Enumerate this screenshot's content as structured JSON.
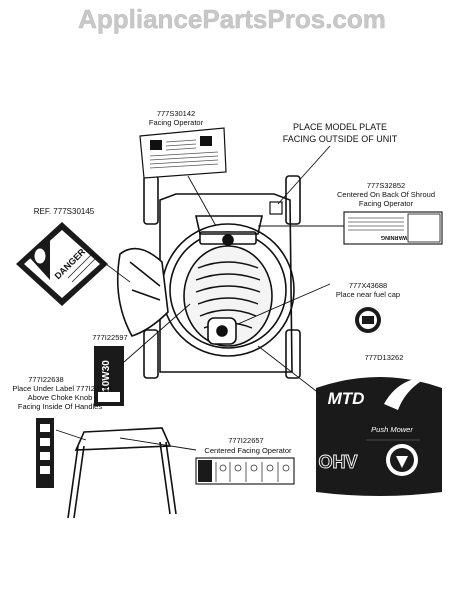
{
  "watermark": "AppliancePartsPros.com",
  "callouts": {
    "c1": {
      "part": "777S30142",
      "text": "Facing Operator"
    },
    "c2": {
      "line1": "PLACE MODEL PLATE",
      "line2": "FACING OUTSIDE OF UNIT"
    },
    "c3": {
      "part": "777S32852",
      "line1": "Centered On Back Of Shroud",
      "line2": "Facing Operator"
    },
    "c4": {
      "text": "REF. 777S30145"
    },
    "c5": {
      "part": "777X43688",
      "text": "Place near fuel cap"
    },
    "c6": {
      "part": "777I22597"
    },
    "c7": {
      "part": "777D13262"
    },
    "c8": {
      "part": "777I22638",
      "line1": "Place Under Label 777I20793",
      "line2": "Above Choke Knob",
      "line3": "Facing Inside Of Handles"
    },
    "c9": {
      "part": "777I22657",
      "text": "Centered Facing Operator"
    }
  },
  "decals": {
    "danger": {
      "word": "DANGER"
    },
    "oil": {
      "text": "10W30"
    },
    "warning": {
      "text": "WARNING"
    },
    "mtd": {
      "brand": "MTD",
      "model": "Push Mower",
      "engine": "OHV"
    }
  },
  "colors": {
    "ink": "#111111",
    "watermark": "#c8c8c8",
    "decal_dark": "#1a1a1a"
  }
}
